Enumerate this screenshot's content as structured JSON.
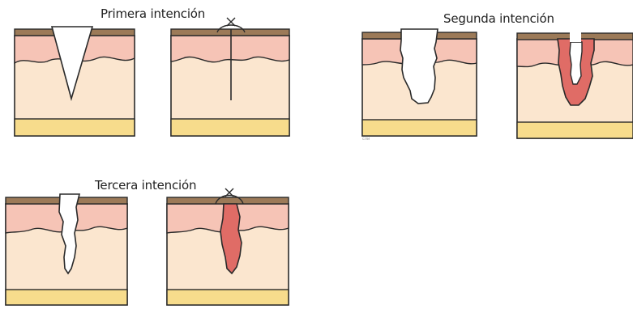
{
  "captions": {
    "primary": "Primera intención",
    "secondary": "Segunda intención",
    "tertiary": "Tercera intención"
  },
  "small_mark": "сли",
  "colors": {
    "epidermis_top": "#9c7a58",
    "dermis": "#f6c4b6",
    "hypodermis": "#fbe6cf",
    "fat_layer": "#f7dc8c",
    "wound_fill": "#e06c66",
    "outline": "#2a2a2a"
  }
}
